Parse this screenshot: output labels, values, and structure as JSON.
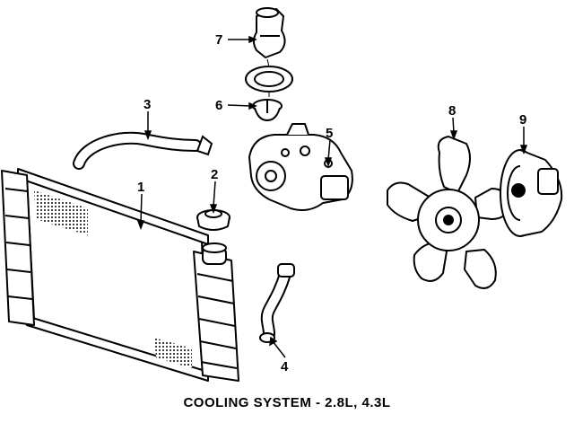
{
  "caption": "COOLING SYSTEM - 2.8L, 4.3L",
  "callouts": {
    "c1": "1",
    "c2": "2",
    "c3": "3",
    "c4": "4",
    "c5": "5",
    "c6": "6",
    "c7": "7",
    "c8": "8",
    "c9": "9"
  },
  "parts": [
    "radiator",
    "radiator-cap",
    "upper-radiator-hose",
    "lower-radiator-hose",
    "water-pump",
    "thermostat",
    "thermostat-housing",
    "fan-blade",
    "fan-clutch"
  ]
}
